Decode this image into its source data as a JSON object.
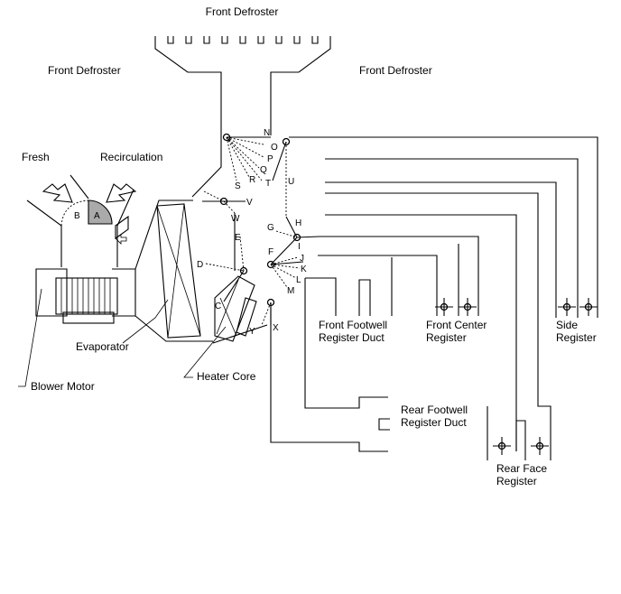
{
  "labels": {
    "front_defroster_top": "Front Defroster",
    "front_defroster_left": "Front Defroster",
    "front_defroster_right": "Front Defroster",
    "fresh": "Fresh",
    "recirculation": "Recirculation",
    "evaporator": "Evaporator",
    "blower_motor": "Blower Motor",
    "heater_core": "Heater Core",
    "front_footwell_line1": "Front Footwell",
    "front_footwell_line2": "Register Duct",
    "front_center_line1": "Front Center",
    "front_center_line2": "Register",
    "side_line1": "Side",
    "side_line2": "Register",
    "rear_footwell_line1": "Rear Footwell",
    "rear_footwell_line2": "Register Duct",
    "rear_face_line1": "Rear Face",
    "rear_face_line2": "Register"
  },
  "dampers": {
    "A": "A",
    "B": "B",
    "C": "C",
    "D": "D",
    "F": "F",
    "G": "G",
    "H": "H",
    "I": "I",
    "J": "J",
    "K": "K",
    "L": "L",
    "M": "M",
    "N": "N",
    "O": "O",
    "P": "P",
    "Q": "Q",
    "R": "R",
    "S": "S",
    "T": "T",
    "U": "U",
    "V": "V",
    "W": "W",
    "E": "E",
    "X": "X",
    "Y": "Y"
  }
}
